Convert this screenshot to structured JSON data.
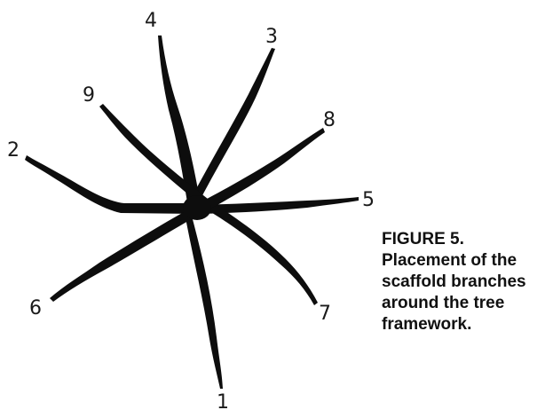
{
  "diagram": {
    "colors": {
      "branch": "#0d0d0d",
      "background": "#ffffff"
    },
    "branch_labels": [
      "1",
      "2",
      "3",
      "4",
      "5",
      "6",
      "7",
      "8",
      "9"
    ]
  },
  "caption": {
    "heading": "FIGURE 5.",
    "line1": "Placement of the",
    "line2": "scaffold branches",
    "line3": "around the tree",
    "line4": "framework."
  }
}
